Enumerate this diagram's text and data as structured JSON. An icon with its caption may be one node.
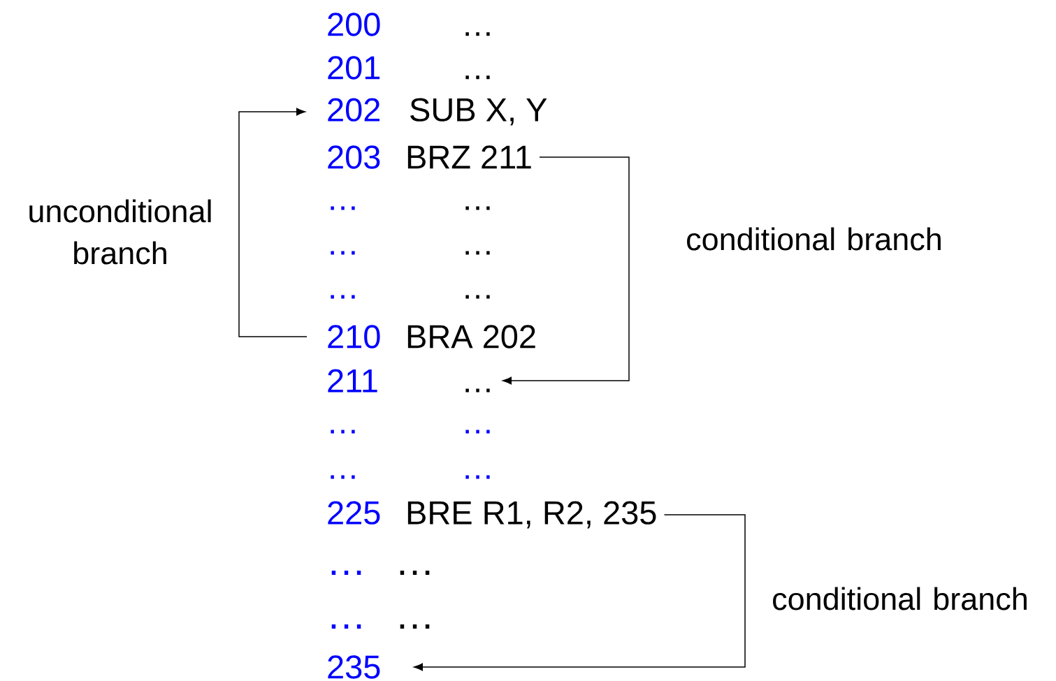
{
  "diagram": {
    "nodes": [
      {
        "text": [
          "200",
          "…"
        ]
      },
      {
        "text": [
          "201",
          "…"
        ]
      },
      {
        "text": [
          "202",
          "SUB X, Y"
        ]
      },
      {
        "text": [
          "203",
          "BRZ 211"
        ]
      },
      {
        "text": [
          "…",
          "…"
        ]
      },
      {
        "text": [
          "…",
          "…"
        ]
      },
      {
        "text": [
          "…",
          "…"
        ]
      },
      {
        "text": [
          "210",
          "BRA 202"
        ]
      },
      {
        "text": [
          "211",
          "…"
        ]
      },
      {
        "text": [
          "…",
          "…"
        ]
      },
      {
        "text": [
          "…",
          "…"
        ]
      },
      {
        "text": [
          "225",
          "BRE R1, R2, 235"
        ]
      },
      {
        "text": [
          "…",
          "…"
        ]
      },
      {
        "text": [
          "…",
          "…"
        ]
      },
      {
        "text": [
          "235"
        ]
      }
    ],
    "edges": [
      {
        "from": 7,
        "to": 2,
        "arrow": "to",
        "label": "unconditional branch"
      },
      {
        "from": 3,
        "to": 8,
        "arrow": "to",
        "label": "conditional branch"
      },
      {
        "from": 11,
        "to": 14,
        "arrow": "to",
        "label": "conditional branch"
      }
    ]
  }
}
